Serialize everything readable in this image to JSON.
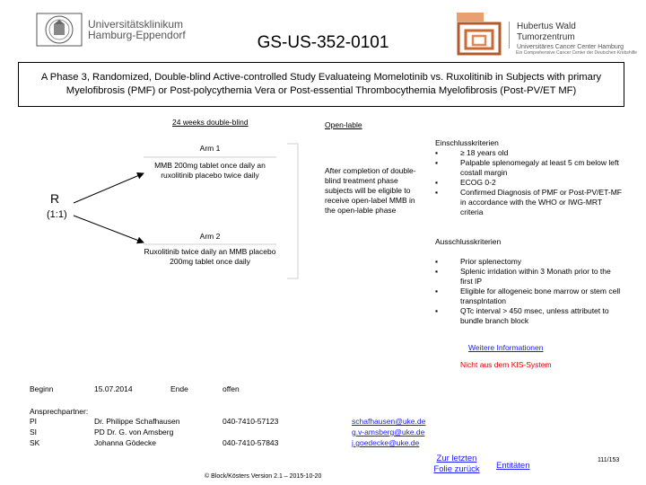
{
  "header": {
    "left_logo_text": [
      "Universitätsklinikum",
      "Hamburg-Eppendorf"
    ],
    "right_logo_text": [
      "Hubertus Wald Tumorzentrum",
      "Universitäres Cancer Center Hamburg"
    ],
    "right_logo_sub": "Ein Comprehensive Cancer Center der Deutschen Krebshilfe",
    "title": "GS-US-352-0101"
  },
  "study_title": "A Phase 3, Randomized, Double-blind Active-controlled Study Evaluateing Momelotinib vs. Ruxolitinib in Subjects with primary Myelofibrosis (PMF) or Post-polycythemia Vera or Post-essential Thrombocythemia Myelofibrosis (Post-PV/ET MF)",
  "design": {
    "phase1_label": "24 weeks double-blind",
    "phase2_label": "Open-lable",
    "randomization": "R",
    "ratio": "(1:1)",
    "arm1_title": "Arm 1",
    "arm1_text": "MMB 200mg tablet once daily an ruxolitinib placebo twice daily",
    "arm2_title": "Arm 2",
    "arm2_text": "Ruxolitinib twice daily an MMB placebo 200mg tablet once daily",
    "open_label_text": "After completion of double-blind treatment phase subjects will be eligible to receive open-label MMB in the open-lable phase"
  },
  "criteria": {
    "inclusion_title": "Einschlusskriterien",
    "inclusion": [
      "≥ 18 years old",
      "Palpable splenomegaly at least 5 cm below left costall margin",
      "ECOG 0-2",
      "Confirmed Diagnosis of PMF or Post-PV/ET-MF in accordance with the WHO or IWG-MRT criteria"
    ],
    "exclusion_title": "Ausschlusskriterien",
    "exclusion": [
      "Prior splenectomy",
      "Splenic irridation within 3 Monath prior to the first IP",
      "Eligible for allogeneic bone marrow or stem cell transplntation",
      "QTc interval > 450 msec, unless attributet to bundle branch block"
    ]
  },
  "links": {
    "more_info": "Weitere Informationen",
    "kis_note": "Nicht aus dem KIS-System"
  },
  "timeline": {
    "begin_label": "Beginn",
    "begin_date": "15.07.2014",
    "end_label": "Ende",
    "end_value": "offen"
  },
  "contacts": {
    "title": "Ansprechpartner:",
    "rows": [
      {
        "role": "PI",
        "name": "Dr. Philippe Schafhausen",
        "phone": "040-7410-57123",
        "email": "schafhausen@uke.de"
      },
      {
        "role": "SI",
        "name": "PD Dr. G. von Amsberg",
        "phone": "",
        "email": "g.v-amsberg@uke.de"
      },
      {
        "role": "SK",
        "name": "Johanna Gödecke",
        "phone": "040-7410-57843",
        "email": "j.goedecke@uke.de"
      }
    ]
  },
  "footer": {
    "back_line1": "Zur letzten",
    "back_line2": "Folie zurück",
    "entities": "Entitäten",
    "page": "111/153",
    "copyright": "© Block/Kösters Version 2.1 – 2015-10-20"
  }
}
